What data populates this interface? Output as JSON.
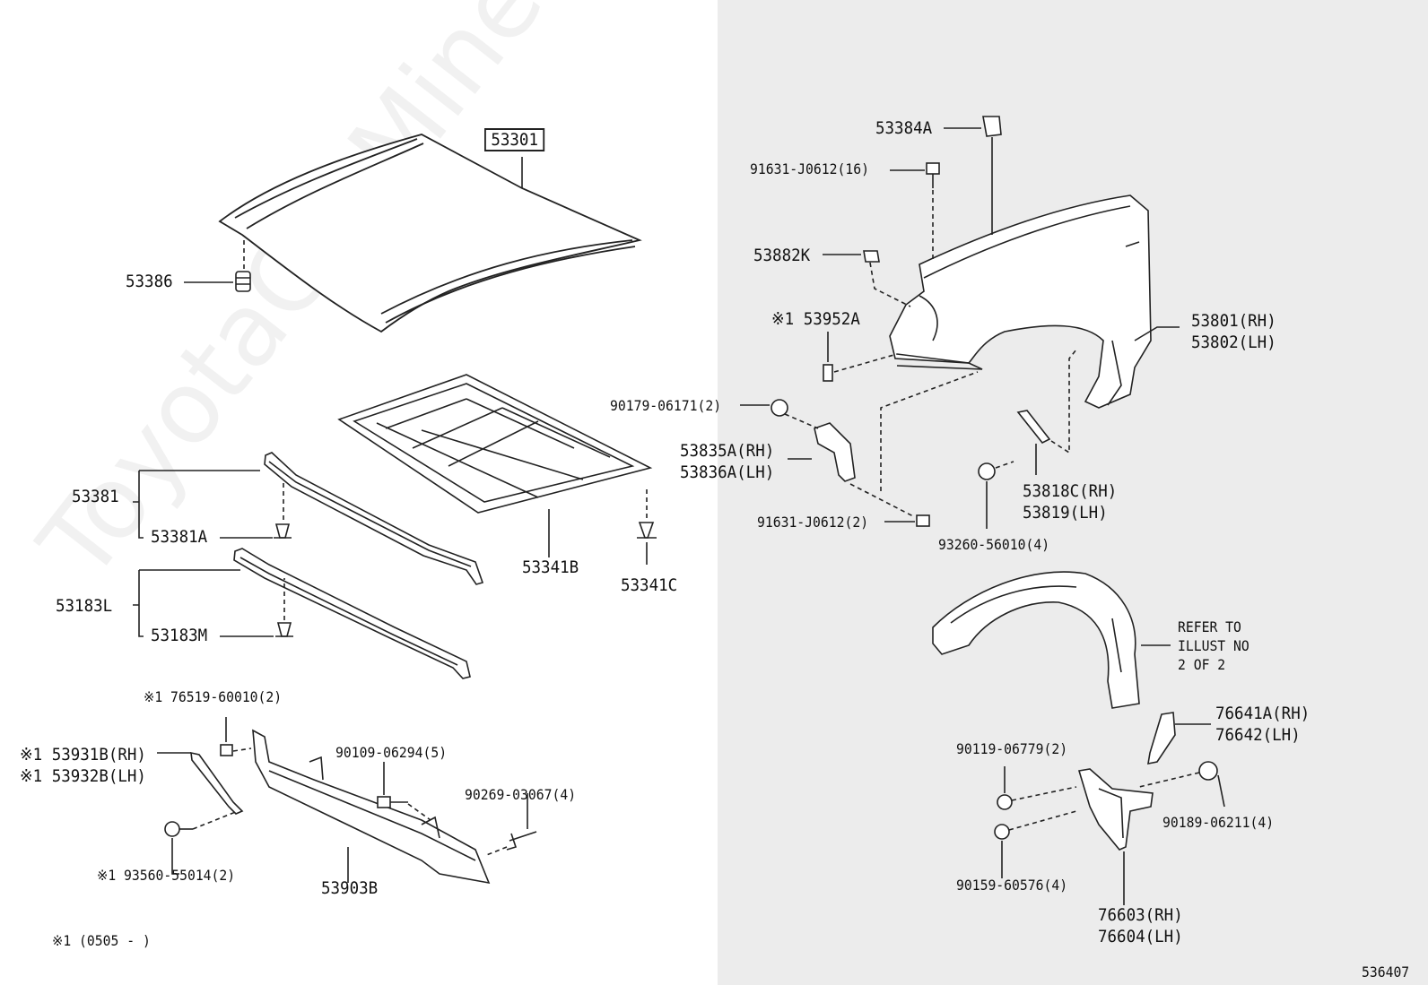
{
  "labels": {
    "hood": "53301",
    "hood_cushion": "53386",
    "hood_insulator": "53341B",
    "insulator_clip": "53341C",
    "hood_lock_support": "53381",
    "support_clip": "53381A",
    "lower_support": "53183L",
    "lower_support_clip": "53183M",
    "apron_note": "※1 76519-60010(2)",
    "seal_rh": "※1 53931B(RH)",
    "seal_lh": "※1 53932B(LH)",
    "clip_screw": "※1 93560-55014(2)",
    "bolt_90109": "90109-06294(5)",
    "clip_90269": "90269-03067(4)",
    "front_spoiler": "53903B",
    "footnote": "※1 (0505 -     )",
    "fender_cushion": "53384A",
    "bolt_16": "91631-J0612(16)",
    "fender_seal": "53882K",
    "fender_clip": "※1 53952A",
    "fender_rh": "53801(RH)",
    "fender_lh": "53802(LH)",
    "nut_90179": "90179-06171(2)",
    "bracket_rh": "53835A(RH)",
    "bracket_lh": "53836A(LH)",
    "bolt_2": "91631-J0612(2)",
    "stay_rh": "53818C(RH)",
    "stay_lh": "53819(LH)",
    "bolt_93260": "93260-56010(4)",
    "refer_1": "REFER TO",
    "refer_2": "ILLUST NO",
    "refer_3": "2 OF 2",
    "mud_bracket_rh": "76641A(RH)",
    "mud_bracket_lh": "76642(LH)",
    "screw_90119": "90119-06779(2)",
    "nut_90189": "90189-06211(4)",
    "screw_90159": "90159-60576(4)",
    "mudguard_rh": "76603(RH)",
    "mudguard_lh": "76604(LH)",
    "illustration_no": "536407"
  },
  "watermark": "ToyotaCarMine.ru",
  "colors": {
    "line": "#222222",
    "right_panel": "#ececec",
    "watermark": "#969696"
  }
}
